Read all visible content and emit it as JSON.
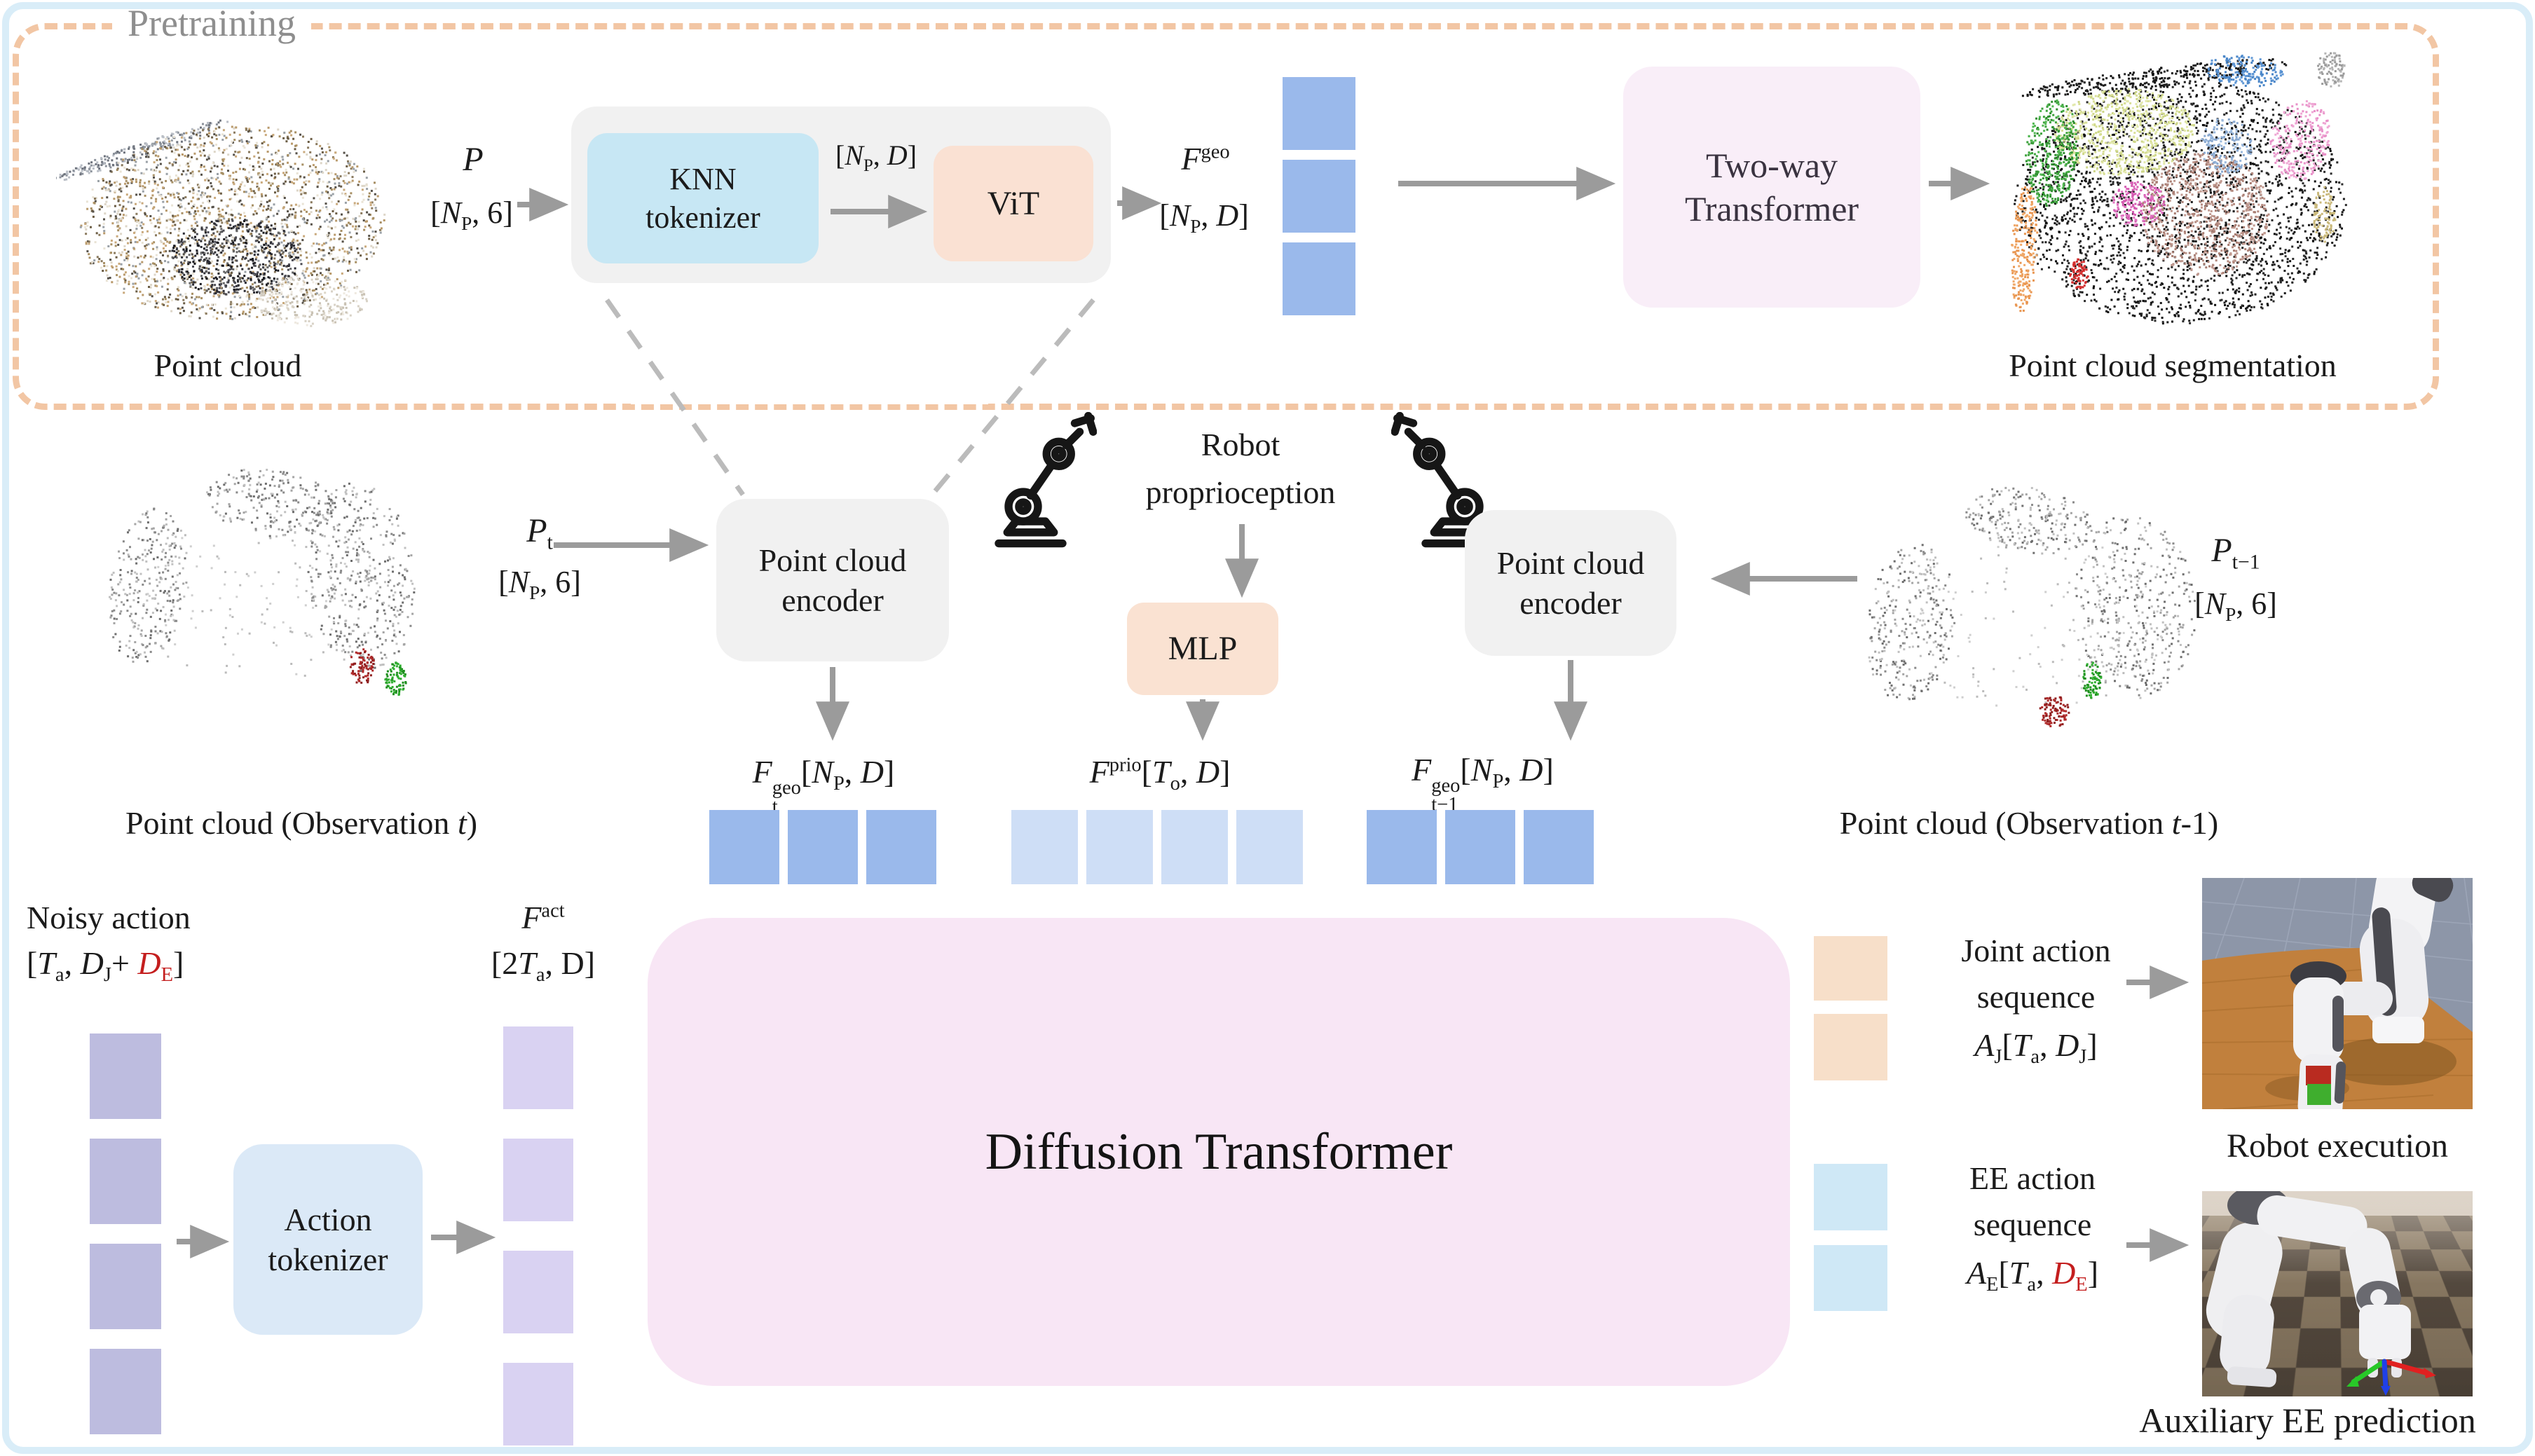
{
  "colors": {
    "frame": "#d9edf8",
    "dash": "#f2c6a4",
    "label-gray": "#8e8e8e",
    "text": "#1b1b1b",
    "arrow": "#9b9b9b",
    "funnel": "#bbbbbb",
    "red": "#c41e1e",
    "gray-box": "#f1f1f1",
    "knn": "#c7e7f4",
    "vit": "#fae1d3",
    "twoway": "#f9eef8",
    "mlp": "#fae2d2",
    "action-tok": "#dbe9f7",
    "diffusion": "#f8e6f5",
    "token-blue": "#9ab9eb",
    "token-blue-light": "#cedef6",
    "token-purple": "#bdbcdf",
    "token-purple-light": "#d9d2f2",
    "token-peach": "#f7dfc9",
    "token-ee": "#cfe8f6"
  },
  "pretraining": {
    "label": "Pretraining",
    "input_caption": "Point cloud",
    "input_var": "*P*",
    "input_dims": "[*N*_{P}, 6]",
    "knn_lines": [
      "KNN",
      "tokenizer"
    ],
    "inter_dims": "[*N*_{P}, *D*]",
    "vit_label": "ViT",
    "feat_var": "*F*^{geo}",
    "feat_dims": "[*N*_{P}, *D*]",
    "twoway_lines": [
      "Two-way",
      "Transformer"
    ],
    "output_caption": "Point cloud segmentation"
  },
  "obs_t": {
    "var": "*P*_{t}",
    "dims": "[*N*_{P}, 6]",
    "encoder_lines": [
      "Point cloud",
      "encoder"
    ],
    "caption": "Point cloud (Observation *t*)",
    "feat": "*F*_{t}^{geo}[*N*_{P}, *D*]"
  },
  "proprio": {
    "lines": [
      "Robot",
      "proprioception"
    ],
    "mlp": "MLP",
    "feat": "*F*^{prio}[*T*_{o}, *D*]"
  },
  "obs_prev": {
    "var": "*P*_{t−1}",
    "dims": "[*N*_{P}, 6]",
    "encoder_lines": [
      "Point cloud",
      "encoder"
    ],
    "caption": "Point cloud (Observation *t*-1)",
    "feat": "*F*_{t−1}^{geo}[*N*_{P}, *D*]"
  },
  "action": {
    "noisy_label": "Noisy action",
    "noisy_dims": "[*T*_{a}, *D*_{J}+ [r]*D*_{E}[/r]]",
    "tokenizer_lines": [
      "Action",
      "tokenizer"
    ],
    "feat_var": "*F*^{act}",
    "feat_dims": "[2*T*_{a}, D]"
  },
  "diffusion_label": "Diffusion Transformer",
  "joint_out": {
    "lines": [
      "Joint action",
      "sequence"
    ],
    "math": "*A*_{J}[*T*_{a}, *D*_{J}]",
    "caption": "Robot execution"
  },
  "ee_out": {
    "lines": [
      "EE action",
      "sequence"
    ],
    "math": "*A*_{E}[*T*_{a}, [r]*D*_{E}[/r]]",
    "caption": "Auxiliary EE prediction"
  }
}
